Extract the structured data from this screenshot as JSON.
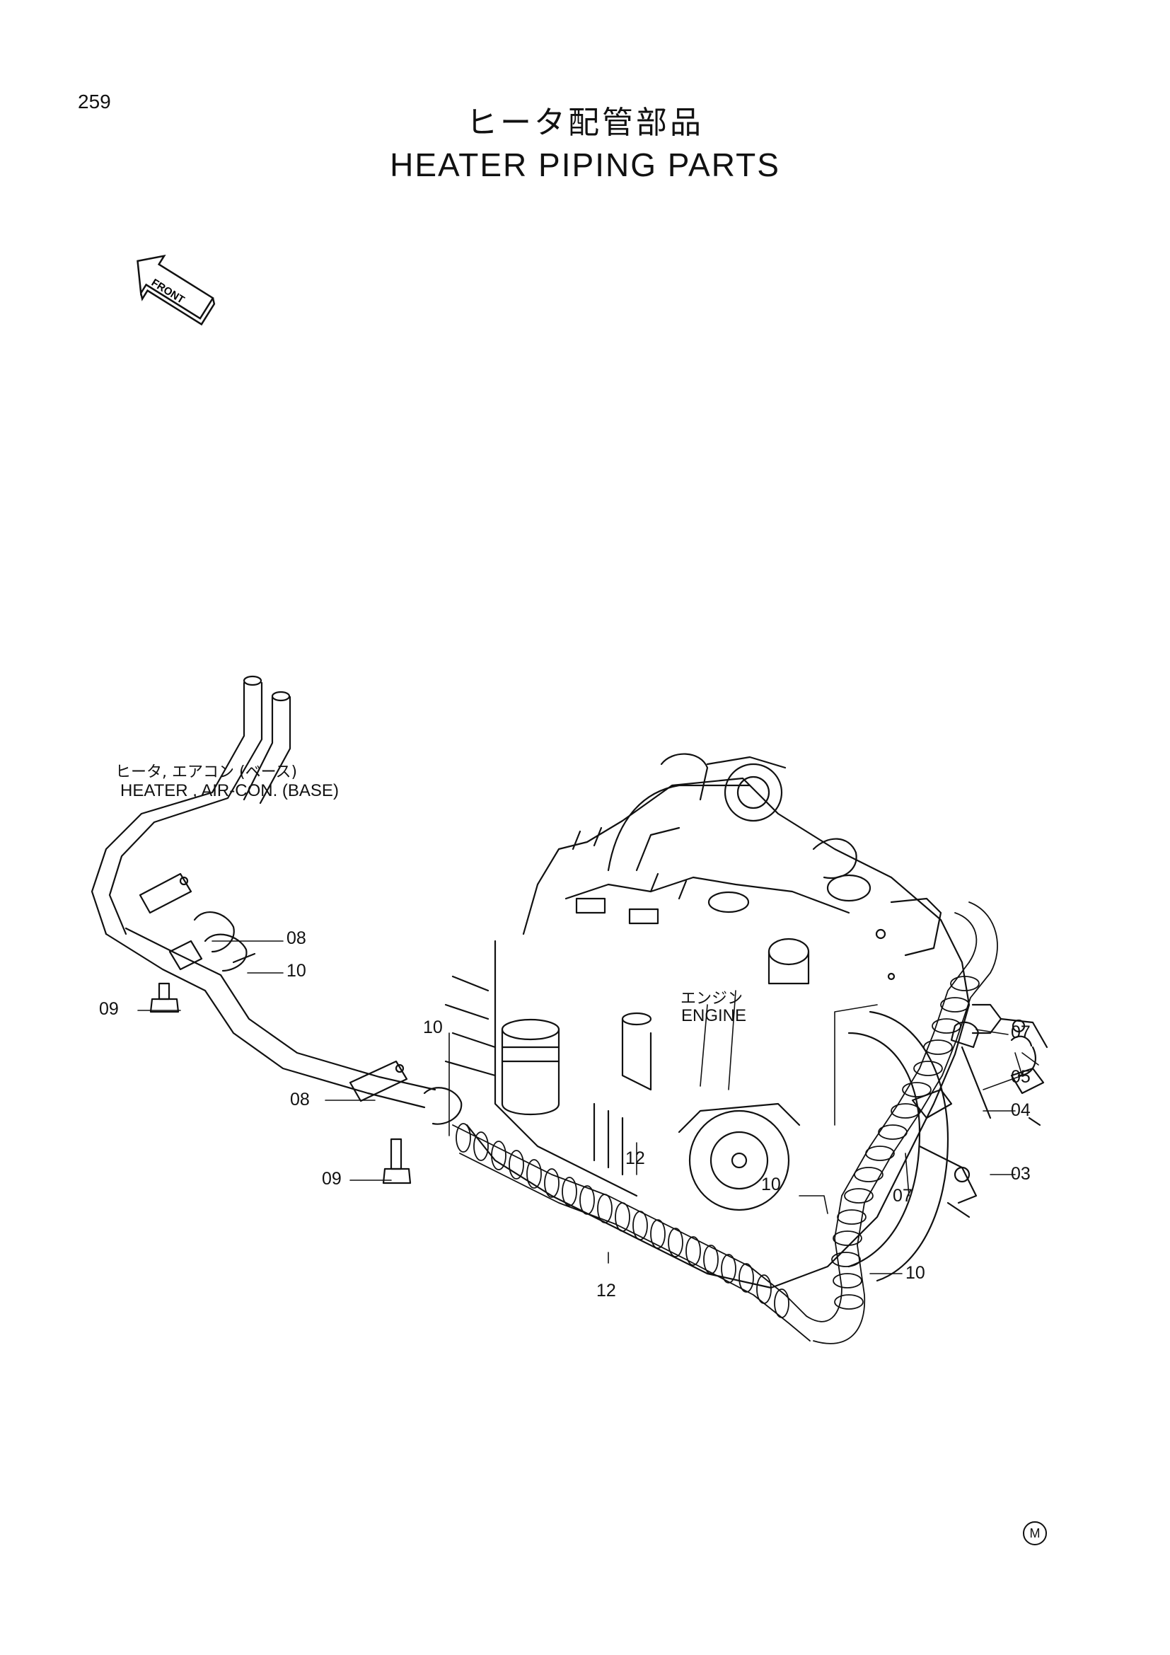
{
  "page": {
    "number": "259"
  },
  "title": {
    "japanese": "ヒータ配管部品",
    "english": "HEATER PIPING PARTS"
  },
  "front_marker": {
    "label": "FRONT",
    "icon": "front-direction-arrow-icon"
  },
  "labels": {
    "heater_jp": "ヒータ, エアコン (ベース)",
    "heater_en": "HEATER , AIR-CON. (BASE)",
    "engine_jp": "エンジン",
    "engine_en": "ENGINE"
  },
  "callouts": {
    "c08_top": "08",
    "c10_top": "10",
    "c09_top": "09",
    "c10_mid": "10",
    "c08_mid": "08",
    "c09_bottom": "09",
    "c12_mid": "12",
    "c12_bottom": "12",
    "c10_center": "10",
    "c07_top": "07",
    "c05": "05",
    "c04": "04",
    "c03": "03",
    "c07_bottom": "07",
    "c10_bottom": "10"
  },
  "footer": {
    "mark": "M"
  }
}
